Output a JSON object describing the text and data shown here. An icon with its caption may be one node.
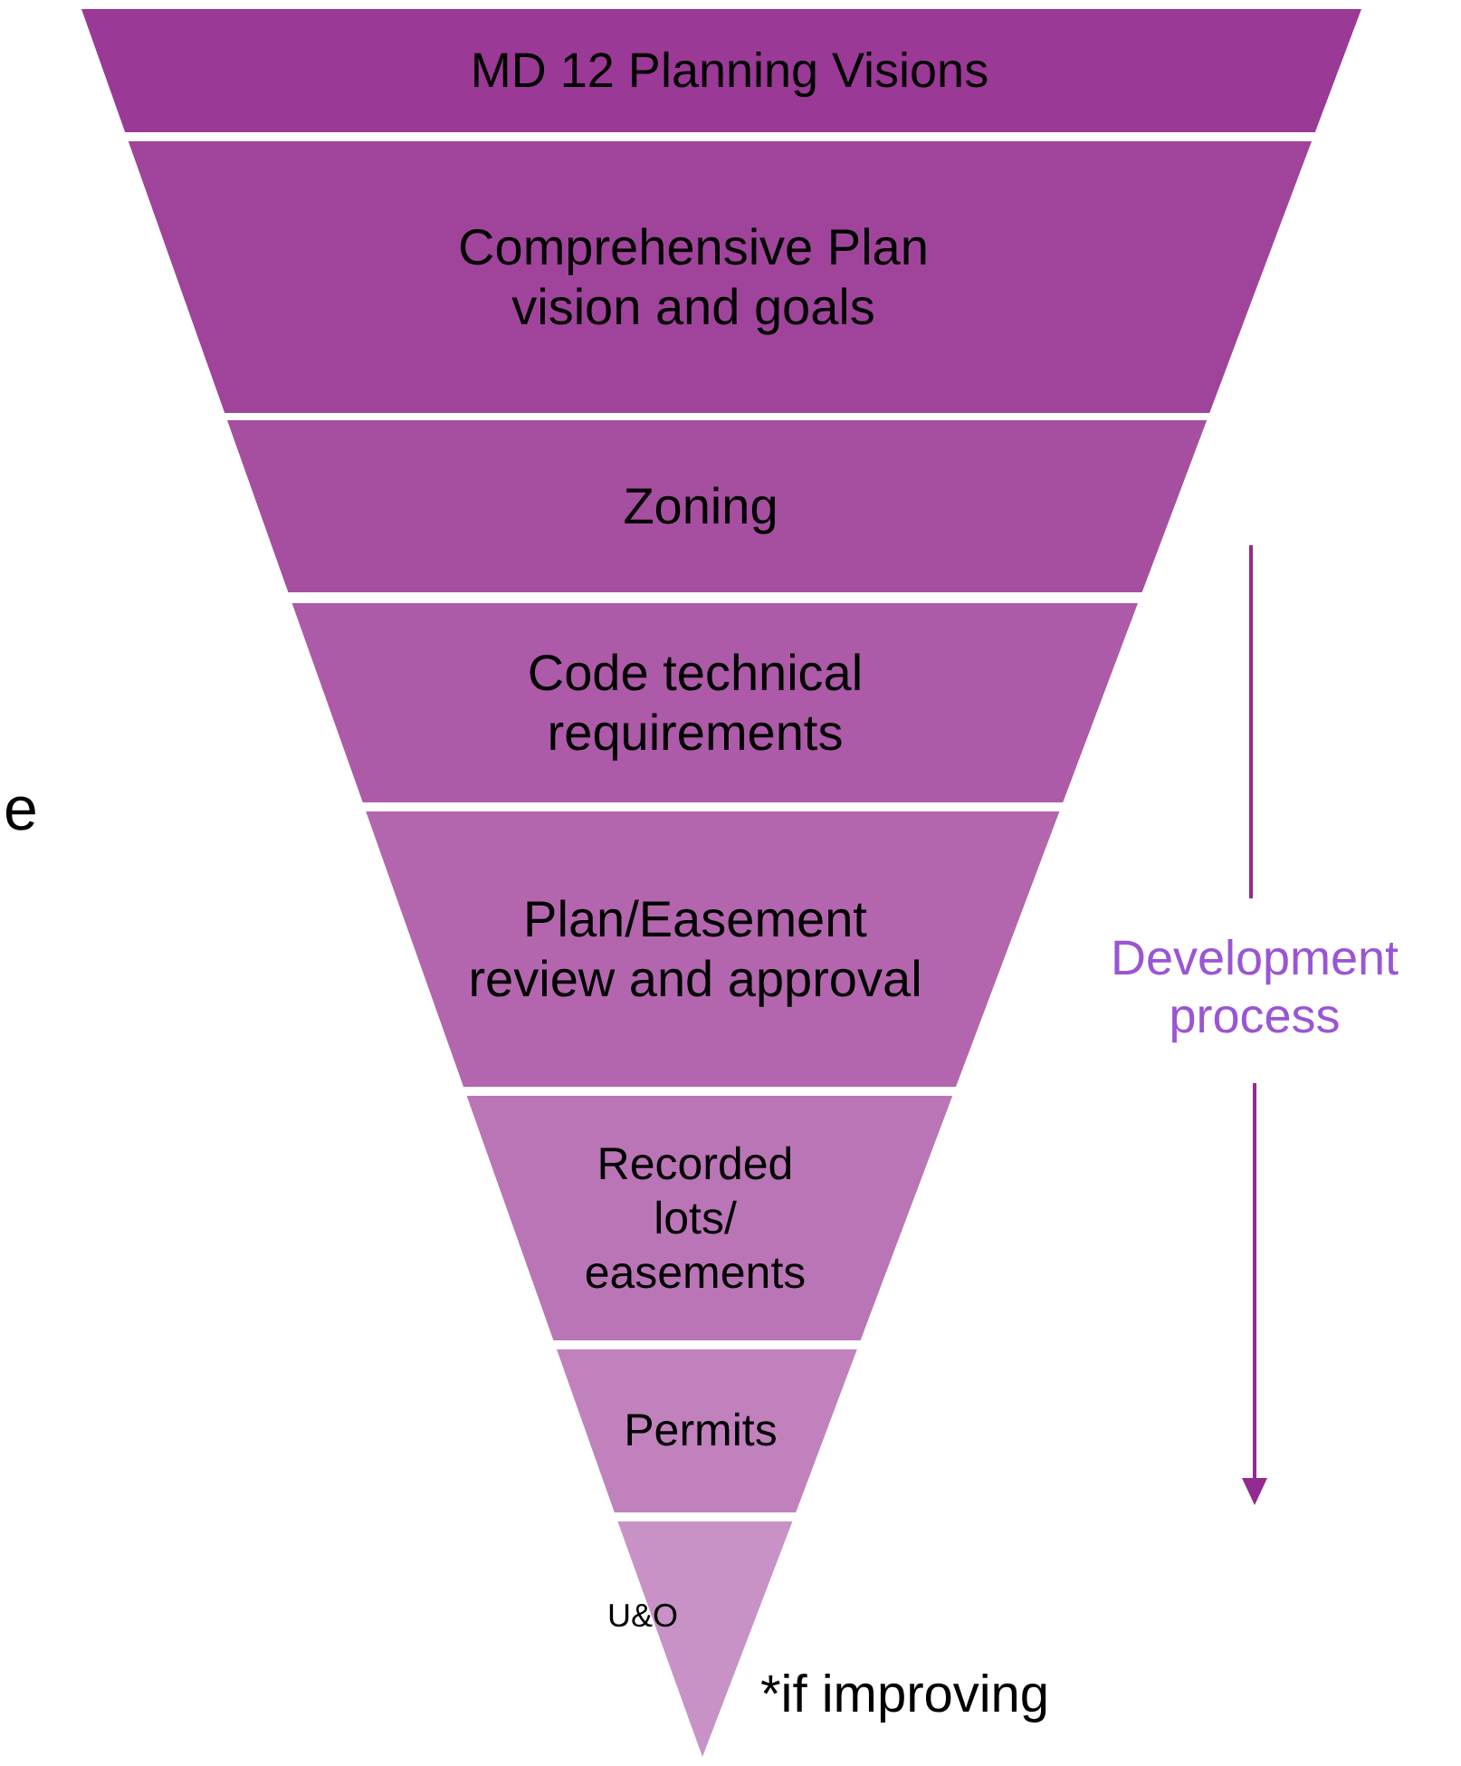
{
  "diagram": {
    "nodes": [
      {
        "text": [
          "MD 12 Planning Visions"
        ]
      },
      {
        "text": [
          "Comprehensive Plan vision and goals"
        ]
      },
      {
        "text": [
          "Zoning"
        ]
      },
      {
        "text": [
          "Code technical requirements"
        ]
      },
      {
        "text": [
          "Plan/Easement review and approval"
        ]
      },
      {
        "text": [
          "Recorded lots/ easements"
        ]
      },
      {
        "text": [
          "Permits"
        ]
      },
      {
        "text": [
          "U&O"
        ],
        "beside": [
          "*if improving"
        ]
      }
    ],
    "labels": [
      "e",
      "Development process"
    ]
  }
}
